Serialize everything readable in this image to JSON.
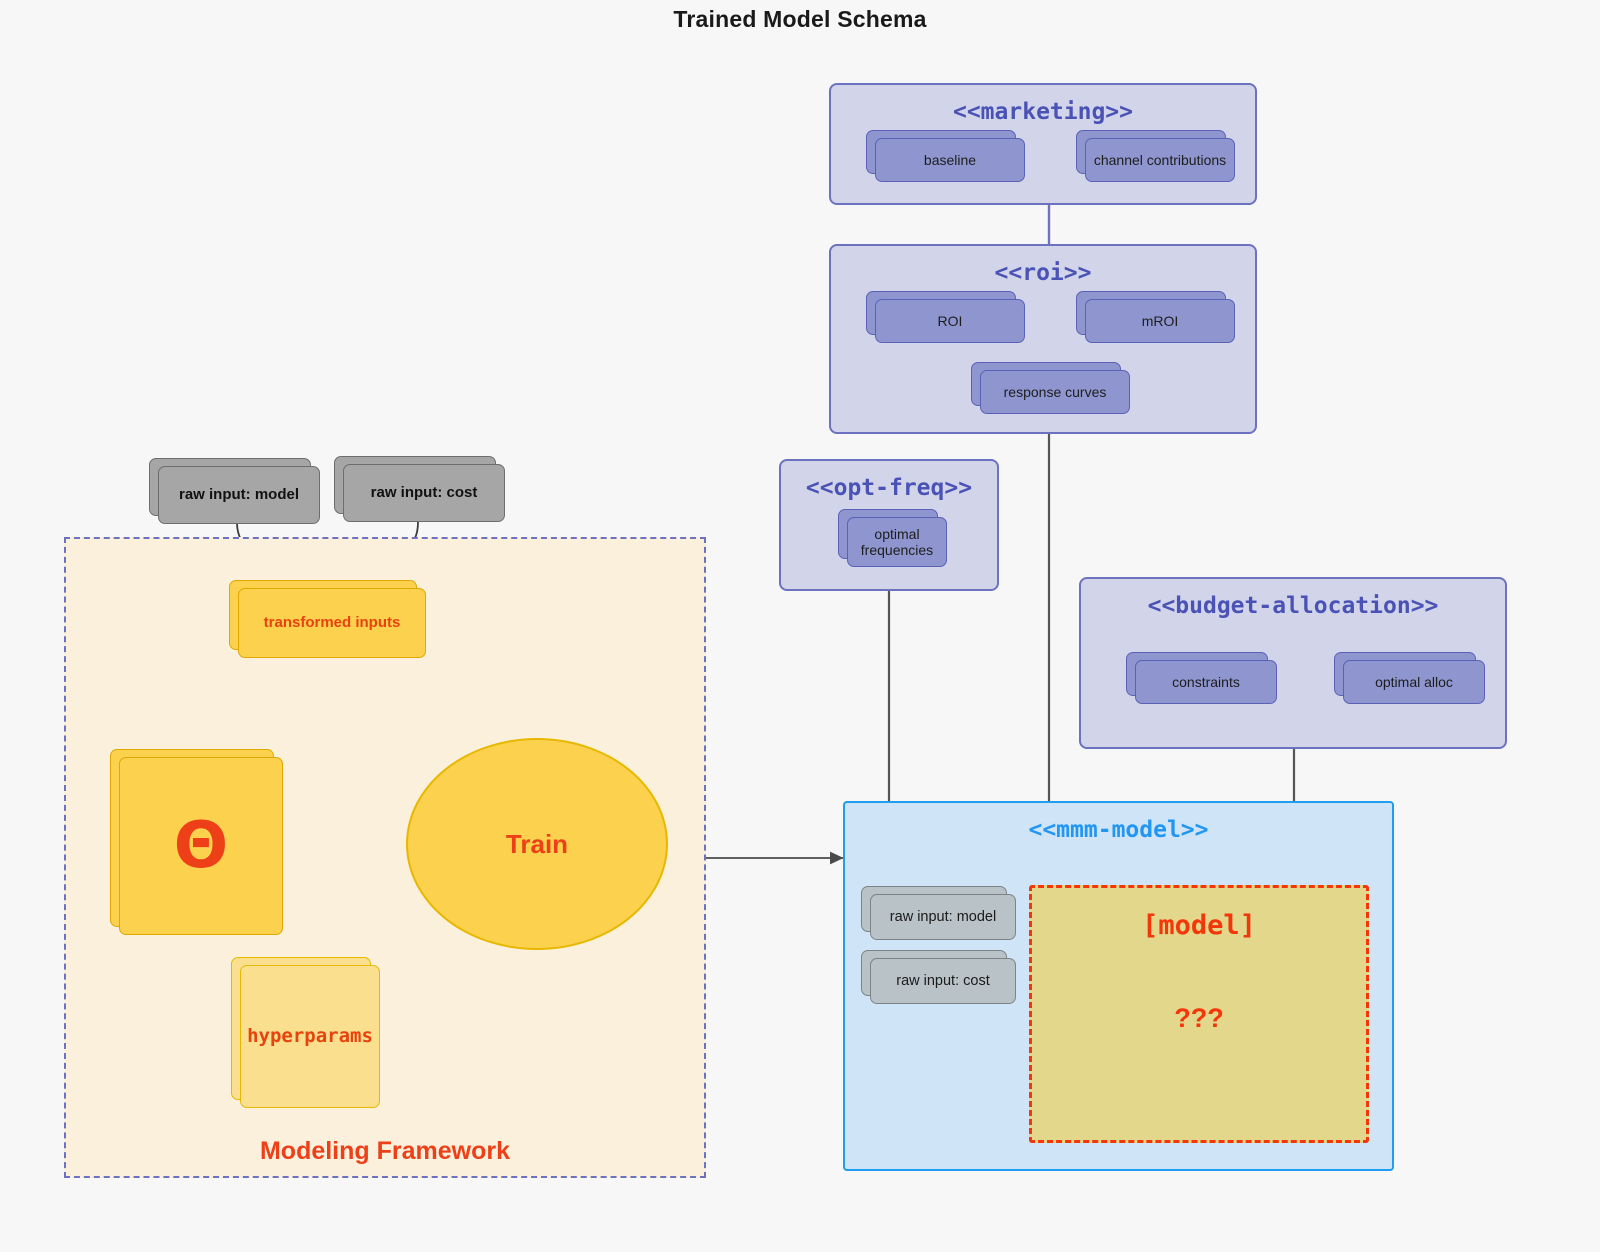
{
  "title": "Trained Model Schema",
  "packages": {
    "marketing": {
      "name": "<<marketing>>",
      "nodes": [
        {
          "label": "baseline"
        },
        {
          "label": "channel contributions"
        }
      ]
    },
    "roi": {
      "name": "<<roi>>",
      "nodes": [
        {
          "label": "ROI"
        },
        {
          "label": "mROI"
        },
        {
          "label": "response curves"
        }
      ]
    },
    "opt_freq": {
      "name": "<<opt-freq>>",
      "nodes": [
        {
          "label": "optimal\nfrequencies",
          "line1": "optimal",
          "line2": "frequencies"
        }
      ]
    },
    "budget_allocation": {
      "name": "<<budget-allocation>>",
      "nodes": [
        {
          "label": "constraints"
        },
        {
          "label": "optimal alloc"
        }
      ]
    },
    "mmm_model": {
      "name": "<<mmm-model>>",
      "inputs": [
        {
          "label": "raw input: model"
        },
        {
          "label": "raw input: cost"
        }
      ],
      "model_box": {
        "title": "[model]",
        "body": "???"
      }
    }
  },
  "framework": {
    "label": "Modeling Framework",
    "raw_inputs": [
      {
        "label": "raw input: model"
      },
      {
        "label": "raw input: cost"
      }
    ],
    "transformed_inputs": {
      "label": "transformed inputs"
    },
    "theta": {
      "label": "Θ"
    },
    "hyperparams": {
      "label": "hyperparams"
    },
    "train": {
      "label": "Train"
    }
  },
  "colors": {
    "background": "#f7f7f7",
    "package_fill": "#d2d5ea",
    "package_border": "#6c72bf",
    "package_title": "#4a52b5",
    "node_purple_fill": "#8f96cf",
    "node_purple_border": "#5a62b8",
    "mmm_fill": "#cfe5f7",
    "mmm_border": "#1e9ef0",
    "mmm_title": "#2196f3",
    "gray_fill": "#a6a6a6",
    "gray_light_fill": "#b9c2c7",
    "yellow_fill": "#fbd14d",
    "yellow_light_fill": "#fae08e",
    "framework_fill": "#faf0dc",
    "accent_red": "#ee4018",
    "model_box_fill": "#e2d78b",
    "model_box_border": "#f4360a"
  }
}
